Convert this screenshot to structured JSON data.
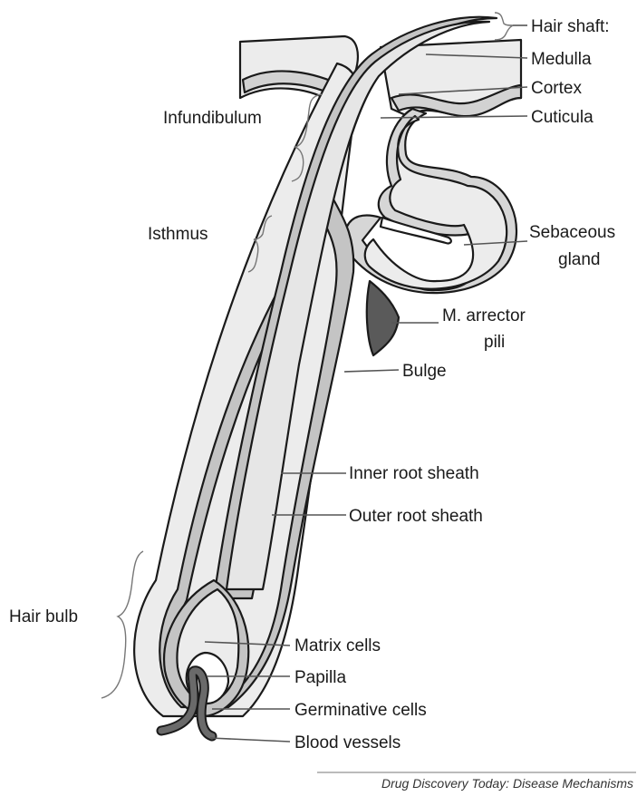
{
  "labels": {
    "hair_shaft": "Hair shaft:",
    "medulla": "Medulla",
    "cortex": "Cortex",
    "cuticula": "Cuticula",
    "infundibulum": "Infundibulum",
    "isthmus": "Isthmus",
    "sebaceous_line1": "Sebaceous",
    "sebaceous_line2": "gland",
    "arrector_line1": "M. arrector",
    "arrector_line2": "pili",
    "bulge": "Bulge",
    "inner_root_sheath": "Inner root sheath",
    "outer_root_sheath": "Outer root sheath",
    "hair_bulb": "Hair bulb",
    "matrix_cells": "Matrix cells",
    "papilla": "Papilla",
    "germinative_cells": "Germinative cells",
    "blood_vessels": "Blood vessels"
  },
  "credit": "Drug Discovery Today: Disease Mechanisms",
  "colors": {
    "tissue_light": "#ececec",
    "sheath_mid": "#c4c4c4",
    "shaft_core": "#e6e6e6",
    "muscle_dark": "#5a5a5a",
    "vessel": "#6a6a6a",
    "outline": "#1a1a1a"
  }
}
